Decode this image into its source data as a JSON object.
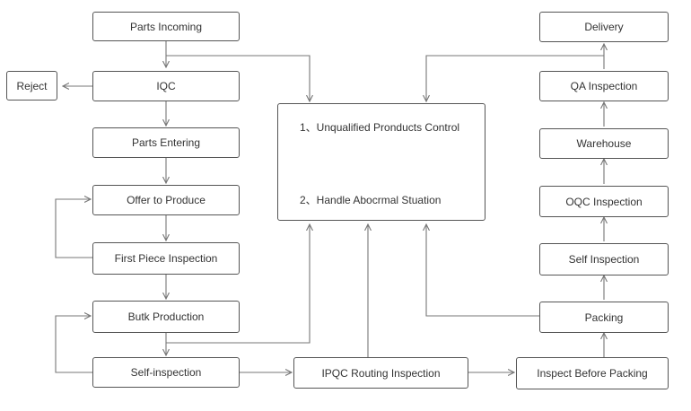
{
  "diagram": {
    "steps": {
      "parts_incoming": "Parts Incoming",
      "reject": "Reject",
      "iqc": "IQC",
      "parts_entering": "Parts Entering",
      "offer_to_produce": "Offer to Produce",
      "first_piece_inspection": "First Piece Inspection",
      "butk_production": "Butk Production",
      "self_inspection_left": "Self-inspection",
      "ipqc_routing_inspection": "IPQC Routing Inspection",
      "inspect_before_packing": "Inspect Before Packing",
      "packing": "Packing",
      "self_inspection_right": "Self Inspection",
      "oqc_inspection": "OQC Inspection",
      "warehouse": "Warehouse",
      "qa_inspection": "QA Inspection",
      "delivery": "Delivery"
    },
    "center": {
      "line1": "1、Unqualified Pronducts Control",
      "line2": "2、Handle Abocrmal Stuation"
    },
    "colors": {
      "border": "#555555",
      "text": "#333333",
      "line": "#777777"
    }
  }
}
